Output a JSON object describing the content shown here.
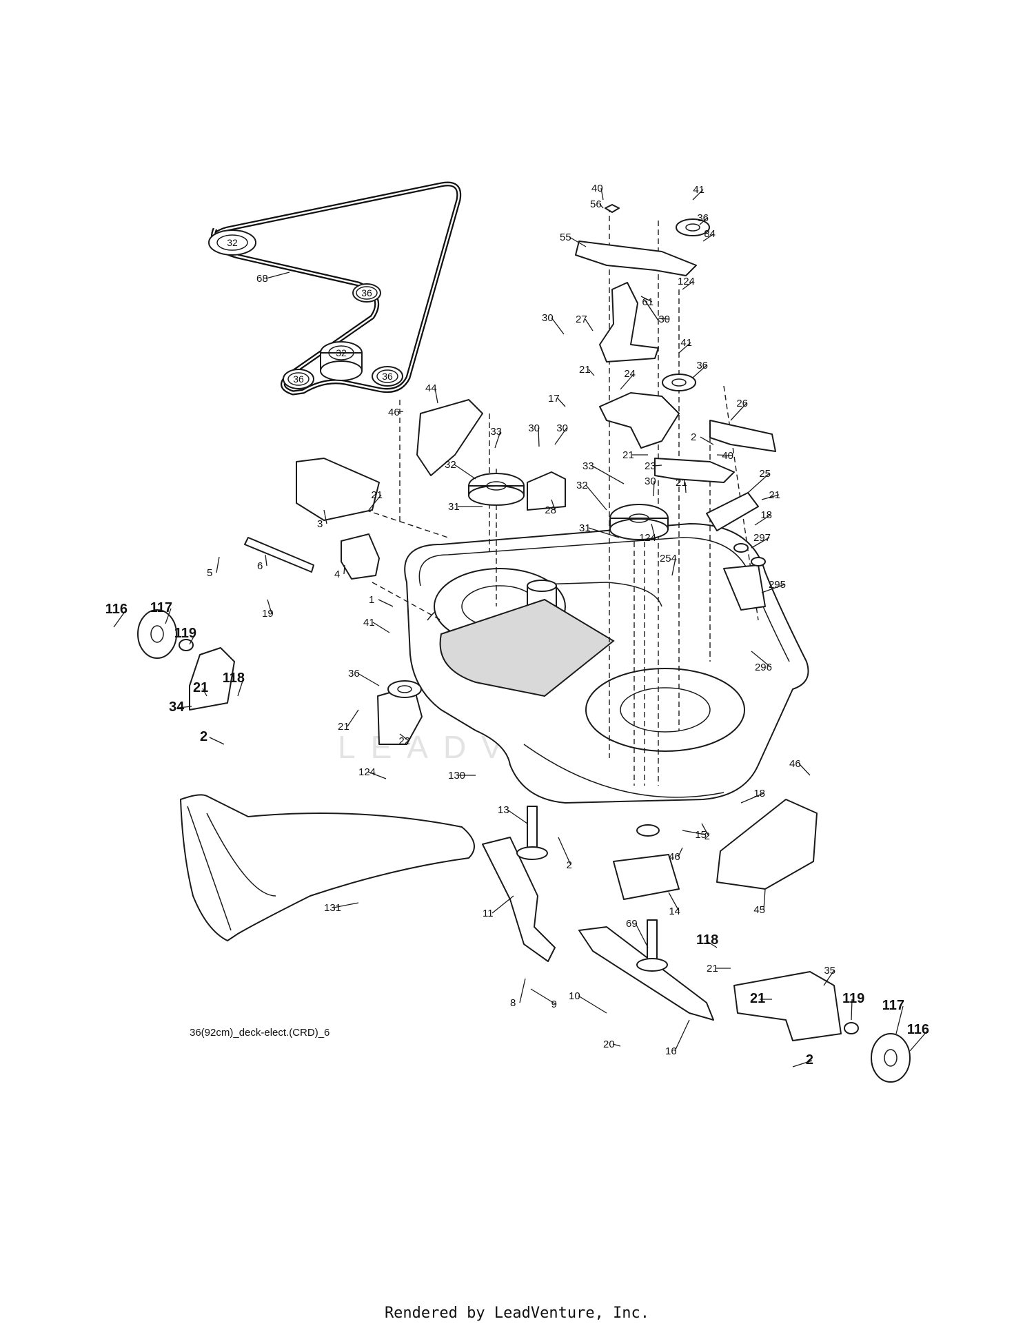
{
  "diagram": {
    "caption": "36(92cm)_deck-elect.(CRD)_6",
    "footer": "Rendered by LeadVenture, Inc.",
    "watermark": "LEADVENTURE",
    "belt_pulley_labels": [
      "32",
      "36",
      "32",
      "36",
      "36"
    ],
    "callouts": [
      {
        "id": "c1",
        "text": "1"
      },
      {
        "id": "c2a",
        "text": "2"
      },
      {
        "id": "c2b",
        "text": "2"
      },
      {
        "id": "c2c",
        "text": "2"
      },
      {
        "id": "c2d",
        "text": "2"
      },
      {
        "id": "c2e",
        "text": "2"
      },
      {
        "id": "c3",
        "text": "3"
      },
      {
        "id": "c4",
        "text": "4"
      },
      {
        "id": "c5",
        "text": "5"
      },
      {
        "id": "c6",
        "text": "6"
      },
      {
        "id": "c8",
        "text": "8"
      },
      {
        "id": "c9",
        "text": "9"
      },
      {
        "id": "c10",
        "text": "10"
      },
      {
        "id": "c11",
        "text": "11"
      },
      {
        "id": "c13",
        "text": "13"
      },
      {
        "id": "c14",
        "text": "14"
      },
      {
        "id": "c15",
        "text": "15"
      },
      {
        "id": "c16",
        "text": "16"
      },
      {
        "id": "c17",
        "text": "17"
      },
      {
        "id": "c18a",
        "text": "18"
      },
      {
        "id": "c18b",
        "text": "18"
      },
      {
        "id": "c19",
        "text": "19"
      },
      {
        "id": "c20",
        "text": "20"
      },
      {
        "id": "c21a",
        "text": "21"
      },
      {
        "id": "c21b",
        "text": "21"
      },
      {
        "id": "c21c",
        "text": "21"
      },
      {
        "id": "c21d",
        "text": "21"
      },
      {
        "id": "c21e",
        "text": "21"
      },
      {
        "id": "c21f",
        "text": "21"
      },
      {
        "id": "c21g",
        "text": "21"
      },
      {
        "id": "c21h",
        "text": "21"
      },
      {
        "id": "c21i",
        "text": "21"
      },
      {
        "id": "c22",
        "text": "22"
      },
      {
        "id": "c23",
        "text": "23"
      },
      {
        "id": "c24",
        "text": "24"
      },
      {
        "id": "c25",
        "text": "25"
      },
      {
        "id": "c26",
        "text": "26"
      },
      {
        "id": "c27",
        "text": "27"
      },
      {
        "id": "c28",
        "text": "28"
      },
      {
        "id": "c30a",
        "text": "30"
      },
      {
        "id": "c30b",
        "text": "30"
      },
      {
        "id": "c30c",
        "text": "30"
      },
      {
        "id": "c30d",
        "text": "30"
      },
      {
        "id": "c30e",
        "text": "30"
      },
      {
        "id": "c31a",
        "text": "31"
      },
      {
        "id": "c31b",
        "text": "31"
      },
      {
        "id": "c32a",
        "text": "32"
      },
      {
        "id": "c32b",
        "text": "32"
      },
      {
        "id": "c33a",
        "text": "33"
      },
      {
        "id": "c33b",
        "text": "33"
      },
      {
        "id": "c34",
        "text": "34"
      },
      {
        "id": "c35",
        "text": "35"
      },
      {
        "id": "c36a",
        "text": "36"
      },
      {
        "id": "c36b",
        "text": "36"
      },
      {
        "id": "c36c",
        "text": "36"
      },
      {
        "id": "c40a",
        "text": "40"
      },
      {
        "id": "c40b",
        "text": "40"
      },
      {
        "id": "c41a",
        "text": "41"
      },
      {
        "id": "c41b",
        "text": "41"
      },
      {
        "id": "c41c",
        "text": "41"
      },
      {
        "id": "c44",
        "text": "44"
      },
      {
        "id": "c45",
        "text": "45"
      },
      {
        "id": "c46a",
        "text": "46"
      },
      {
        "id": "c46b",
        "text": "46"
      },
      {
        "id": "c46c",
        "text": "46"
      },
      {
        "id": "c55",
        "text": "55"
      },
      {
        "id": "c56",
        "text": "56"
      },
      {
        "id": "c61",
        "text": "61"
      },
      {
        "id": "c68",
        "text": "68"
      },
      {
        "id": "c69",
        "text": "69"
      },
      {
        "id": "c84",
        "text": "84"
      },
      {
        "id": "c116a",
        "text": "116"
      },
      {
        "id": "c116b",
        "text": "116"
      },
      {
        "id": "c117a",
        "text": "117"
      },
      {
        "id": "c117b",
        "text": "117"
      },
      {
        "id": "c118a",
        "text": "118"
      },
      {
        "id": "c118b",
        "text": "118"
      },
      {
        "id": "c119a",
        "text": "119"
      },
      {
        "id": "c119b",
        "text": "119"
      },
      {
        "id": "c124a",
        "text": "124"
      },
      {
        "id": "c124b",
        "text": "124"
      },
      {
        "id": "c124c",
        "text": "124"
      },
      {
        "id": "c130",
        "text": "130"
      },
      {
        "id": "c131",
        "text": "131"
      },
      {
        "id": "c254",
        "text": "254"
      },
      {
        "id": "c295",
        "text": "295"
      },
      {
        "id": "c296",
        "text": "296"
      },
      {
        "id": "c297",
        "text": "297"
      }
    ]
  }
}
